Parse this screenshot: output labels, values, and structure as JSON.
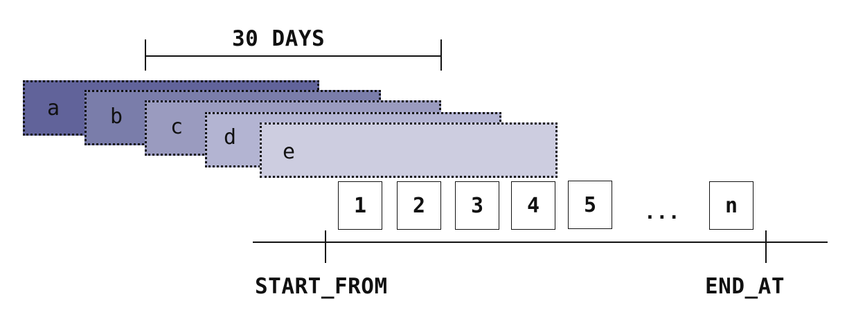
{
  "span_label": "30 DAYS",
  "windows": [
    {
      "label": "a",
      "color": "#61639a"
    },
    {
      "label": "b",
      "color": "#7a7daa"
    },
    {
      "label": "c",
      "color": "#9a9bbf"
    },
    {
      "label": "d",
      "color": "#b3b4d2"
    },
    {
      "label": "e",
      "color": "#cdcde0"
    }
  ],
  "batches": [
    "1",
    "2",
    "3",
    "4",
    "5",
    "n"
  ],
  "ellipsis": "...",
  "timeline": {
    "start_label": "START_FROM",
    "end_label": "END_AT"
  }
}
